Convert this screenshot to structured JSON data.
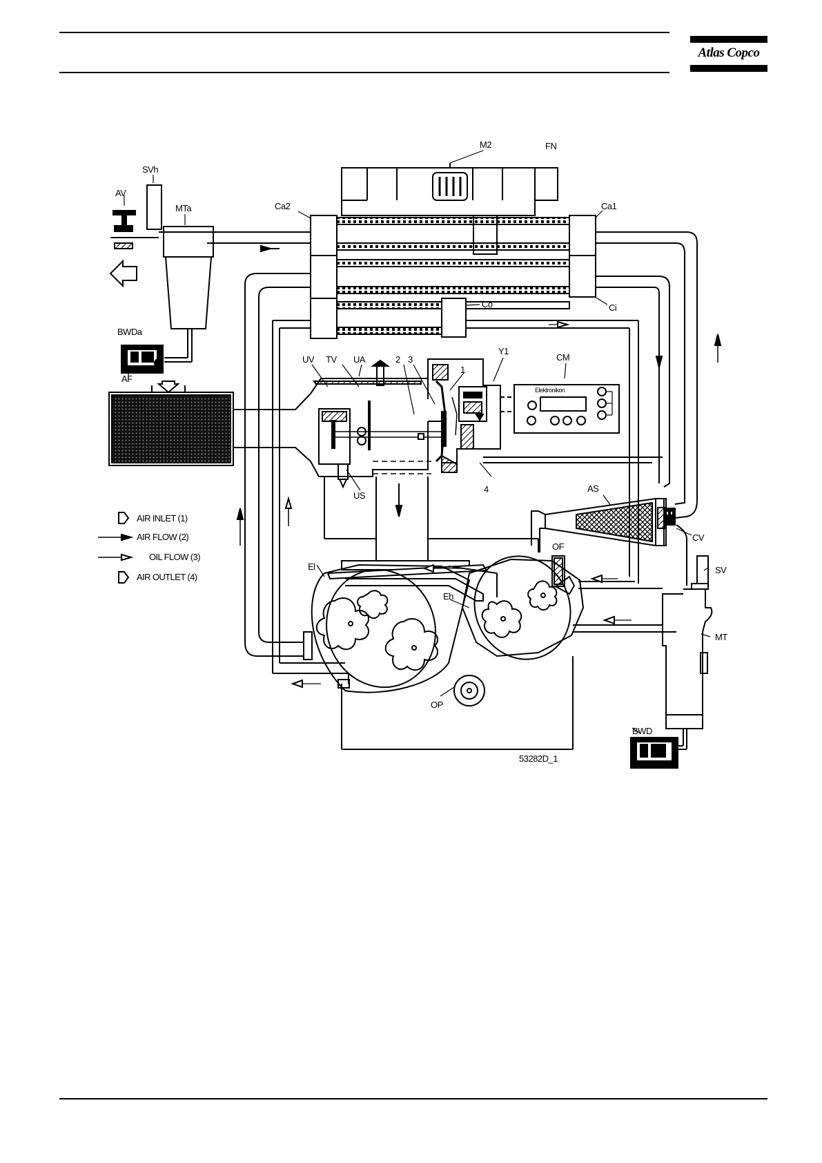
{
  "header": {
    "brand": "Atlas Copco"
  },
  "diagram": {
    "labels": {
      "m2": "M2",
      "fn": "FN",
      "svh": "SVh",
      "av": "AV",
      "mta": "MTa",
      "ca2": "Ca2",
      "ca1": "Ca1",
      "co": "Co",
      "ci": "Ci",
      "bwda": "BWDa",
      "af": "AF",
      "uv": "UV",
      "tv": "TV",
      "ua": "UA",
      "n2": "2",
      "n3": "3",
      "n1": "1",
      "y1": "Y1",
      "cm": "CM",
      "us": "US",
      "n4": "4",
      "as": "AS",
      "cv": "CV",
      "of": "OF",
      "el": "El",
      "eh": "Eh",
      "op": "OP",
      "sv": "SV",
      "mt": "MT",
      "bwd": "BWD",
      "ref": "53282D_1",
      "cm_brand": "Elektronikon"
    },
    "legend": [
      {
        "text": "AIR INLET (1)",
        "symbol": "outline-arrow"
      },
      {
        "text": "AIR FLOW (2)",
        "symbol": "solid-arrow"
      },
      {
        "text": "OIL FLOW (3)",
        "symbol": "open-arrow"
      },
      {
        "text": "AIR OUTLET (4)",
        "symbol": "outline-arrow"
      }
    ]
  }
}
